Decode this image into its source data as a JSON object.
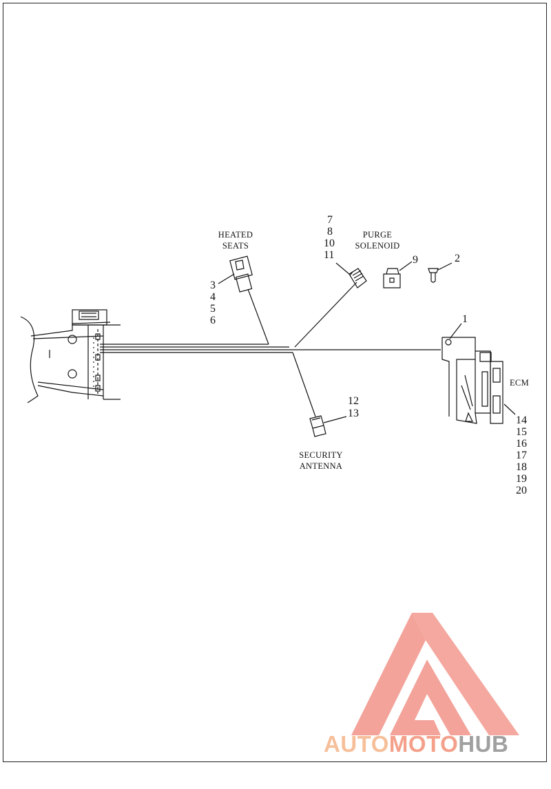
{
  "labels": {
    "heated_seats_line1": "HEATED",
    "heated_seats_line2": "SEATS",
    "purge_solenoid_line1": "PURGE",
    "purge_solenoid_line2": "SOLENOID",
    "security_antenna_line1": "SECURITY",
    "security_antenna_line2": "ANTENNA",
    "ecm": "ECM"
  },
  "callouts": {
    "heated_seats": [
      "3",
      "4",
      "5",
      "6"
    ],
    "purge_connector": [
      "7",
      "8",
      "10",
      "11"
    ],
    "purge_solenoid": "9",
    "pin": "2",
    "ecm_bracket": "1",
    "security_antenna": [
      "12",
      "13"
    ],
    "ecm": [
      "14",
      "15",
      "16",
      "17",
      "18",
      "19",
      "20"
    ]
  },
  "watermark": {
    "text_part1": "AUTO",
    "text_part2": "MOTO",
    "text_part3": "HUB",
    "colors": {
      "part1": "#f6bf9a",
      "part2": "#f4a08a",
      "part3": "#a0a0a0",
      "triangle": "#f3a39a"
    }
  }
}
